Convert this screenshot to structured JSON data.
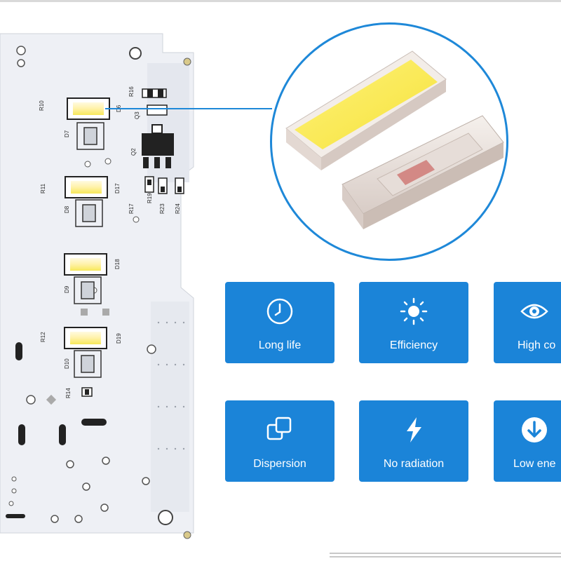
{
  "colors": {
    "accent": "#1b84d8",
    "pcb": "#eef0f5",
    "led_yellow": "#f7e85a"
  },
  "pcb": {
    "labels": [
      "R10",
      "D6",
      "R16",
      "Q3",
      "D7",
      "Q2",
      "R11",
      "D17",
      "R17",
      "R19",
      "R23",
      "R24",
      "D8",
      "D18",
      "D9",
      "R12",
      "D19",
      "D10",
      "R14"
    ]
  },
  "features": [
    {
      "label": "Long life",
      "icon": "clock-icon"
    },
    {
      "label": "Efficiency",
      "icon": "sun-icon"
    },
    {
      "label": "High co",
      "icon": "eye-icon"
    },
    {
      "label": "Dispersion",
      "icon": "squares-icon"
    },
    {
      "label": "No radiation",
      "icon": "lightning-icon"
    },
    {
      "label": "Low ene",
      "icon": "down-arrow-icon"
    }
  ]
}
